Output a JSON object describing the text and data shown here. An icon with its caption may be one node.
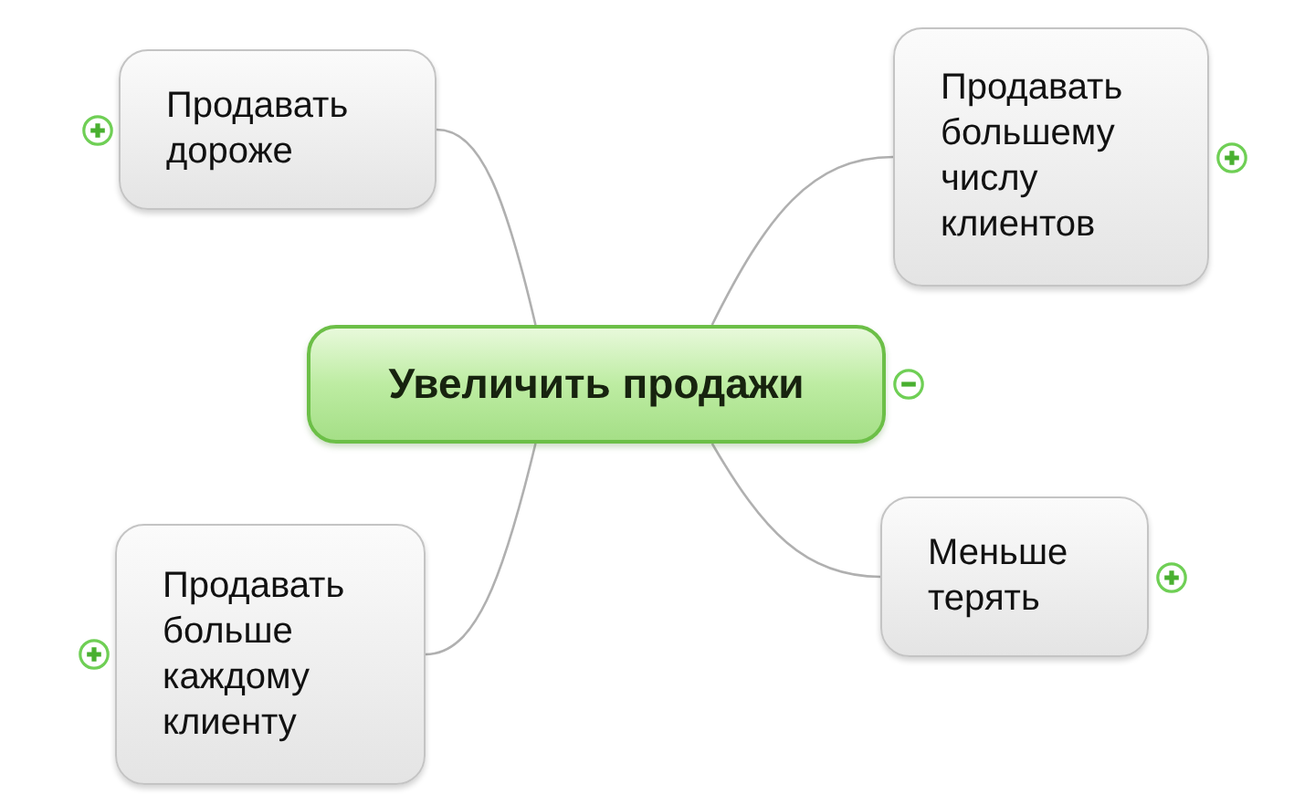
{
  "diagram": {
    "nodes": [
      {
        "text": [
          "Увеличить продажи"
        ]
      },
      {
        "text": [
          "Продавать дороже"
        ]
      },
      {
        "text": [
          "Продавать большему числу клиентов"
        ]
      },
      {
        "text": [
          "Продавать больше каждому клиенту"
        ]
      },
      {
        "text": [
          "Меньше терять"
        ]
      }
    ],
    "edges": [
      {
        "from": 0,
        "to": 1,
        "arrow": "none"
      },
      {
        "from": 0,
        "to": 2,
        "arrow": "none"
      },
      {
        "from": 0,
        "to": 3,
        "arrow": "none"
      },
      {
        "from": 0,
        "to": 4,
        "arrow": "none"
      }
    ]
  }
}
